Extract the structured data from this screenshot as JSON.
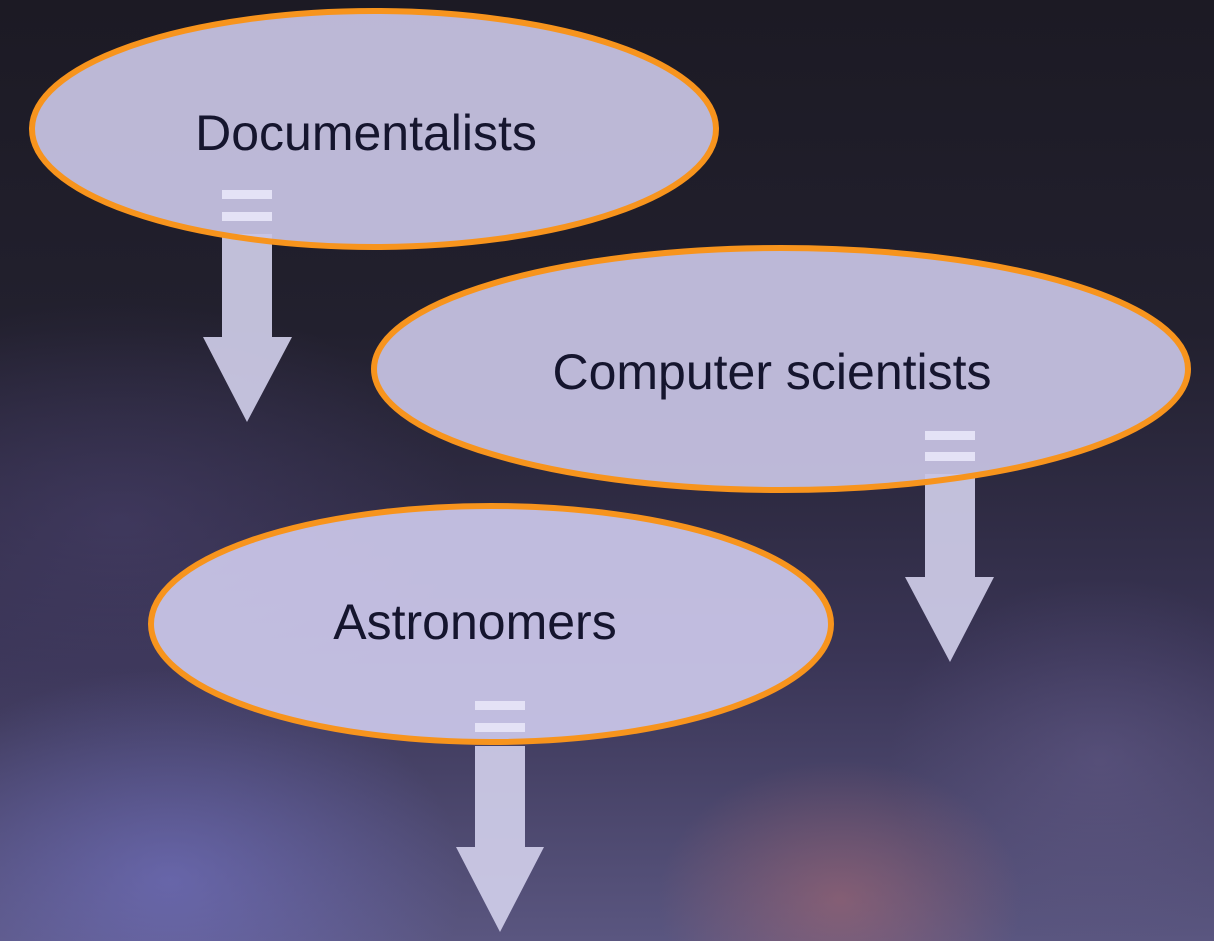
{
  "nodes": [
    {
      "id": "documentalists",
      "label": "Documentalists"
    },
    {
      "id": "computer-scientists",
      "label": "Computer scientists"
    },
    {
      "id": "astronomers",
      "label": "Astronomers"
    }
  ],
  "colors": {
    "ellipse_fill": "#c8c4e4",
    "ellipse_stroke": "#f7941d",
    "arrow_fill": "#d3d0ec",
    "text": "#15152e"
  }
}
